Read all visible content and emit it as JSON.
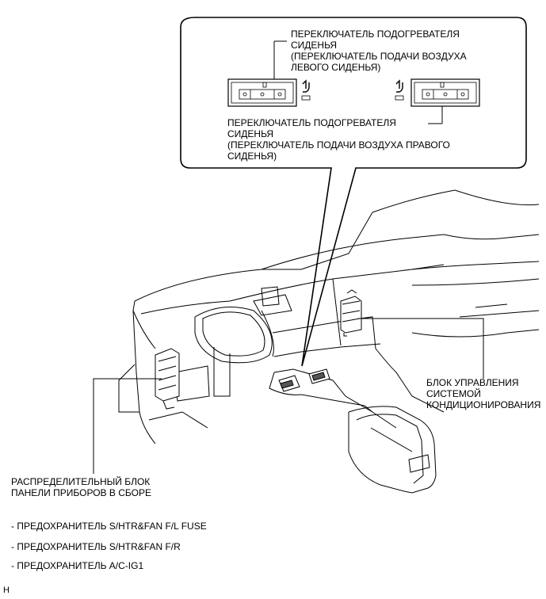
{
  "callout": {
    "left_switch_label": "ПЕРЕКЛЮЧАТЕЛЬ ПОДОГРЕВАТЕЛЯ\nСИДЕНЬЯ\n(ПЕРЕКЛЮЧАТЕЛЬ ПОДАЧИ ВОЗДУХА\nЛЕВОГО СИДЕНЬЯ)",
    "right_switch_label": "ПЕРЕКЛЮЧАТЕЛЬ ПОДОГРЕВАТЕЛЯ\nСИДЕНЬЯ\n(ПЕРЕКЛЮЧАТЕЛЬ ПОДАЧИ ВОЗДУХА ПРАВОГО\nСИДЕНЬЯ)"
  },
  "labels": {
    "ac_ecu": "БЛОК УПРАВЛЕНИЯ\nСИСТЕМОЙ\nКОНДИЦИОНИРОВАНИЯ",
    "junction_block": "РАСПРЕДЕЛИТЕЛЬНЫЙ БЛОК\nПАНЕЛИ ПРИБОРОВ В СБОРЕ"
  },
  "fuses": [
    "- ПРЕДОХРАНИТЕЛЬ S/HTR&FAN F/L FUSE",
    "- ПРЕДОХРАНИТЕЛЬ S/HTR&FAN F/R",
    "- ПРЕДОХРАНИТЕЛЬ A/C-IG1"
  ],
  "footer_mark": "H"
}
